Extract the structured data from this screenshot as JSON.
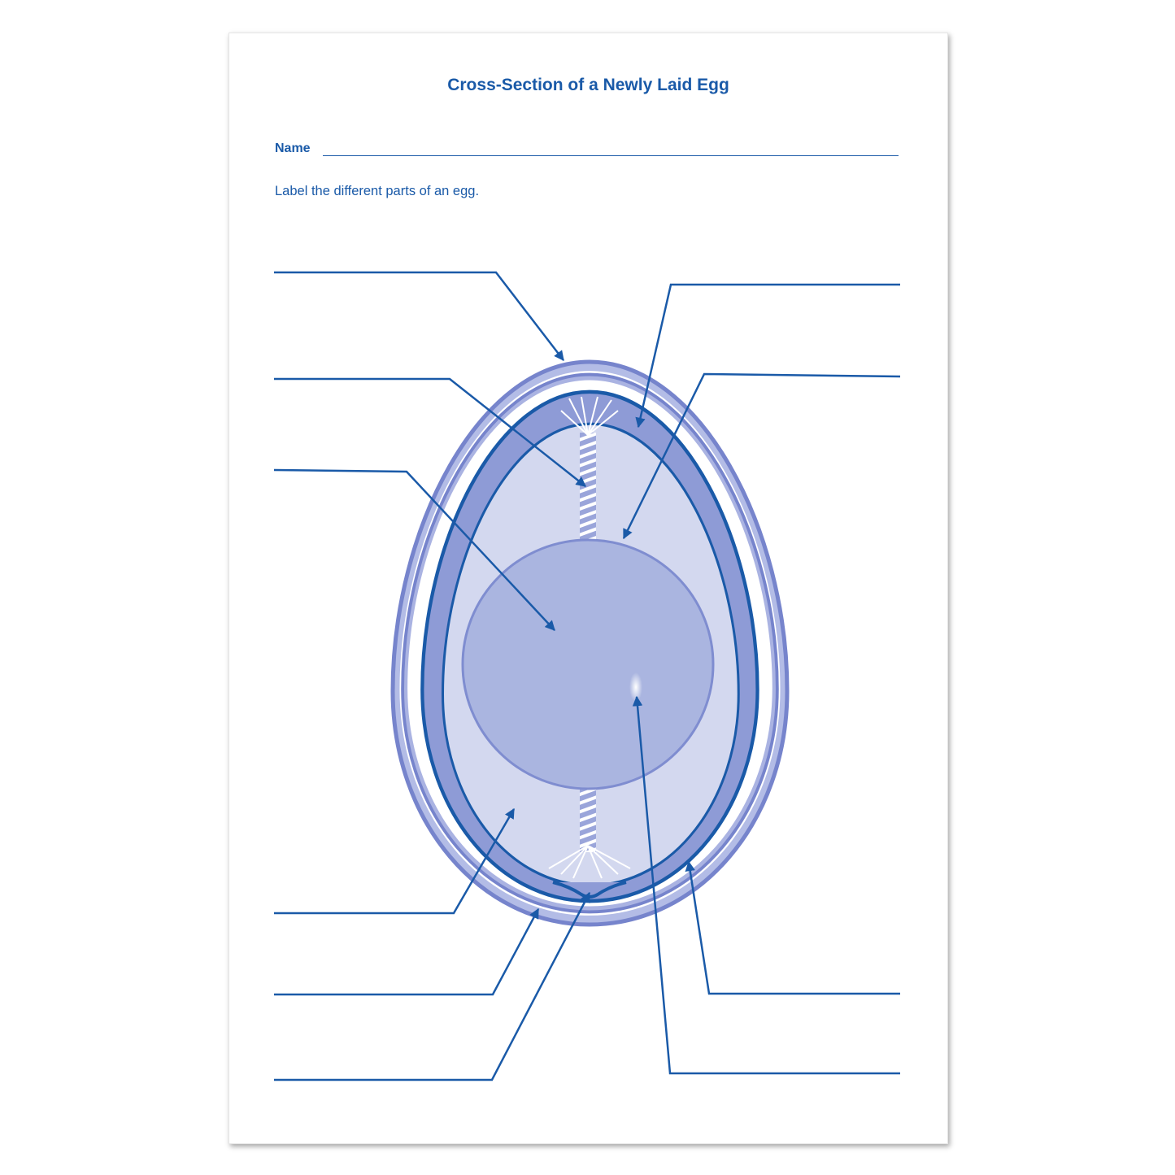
{
  "worksheet": {
    "title": "Cross-Section of a Newly Laid Egg",
    "name_label": "Name",
    "name_value": "",
    "instruction": "Label the different parts of an egg."
  },
  "colors": {
    "ink": "#1a5aa8",
    "shell": "#8f9ddb",
    "albumen_thick": "#8e9bd6",
    "albumen_thin": "#d3d8ef",
    "yolk": "#aab5e0"
  }
}
